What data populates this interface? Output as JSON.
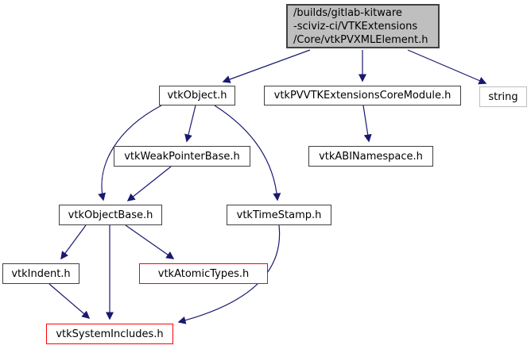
{
  "diagram": {
    "type": "doxygen-include-dependency-graph",
    "colors": {
      "edge": "#191970",
      "root_fill": "#bfbfbf",
      "node_border": "#404040",
      "truncated_node_border": "#ff0000",
      "external_node_border": "#bebebe"
    },
    "root": {
      "line1": "/builds/gitlab-kitware",
      "line2": "-sciviz-ci/VTKExtensions",
      "line3": "/Core/vtkPVXMLElement.h"
    },
    "nodes": {
      "vtkObject": {
        "label": "vtkObject.h"
      },
      "vtkPVVTKExtensionsCoreModule": {
        "label": "vtkPVVTKExtensionsCoreModule.h"
      },
      "string": {
        "label": "string"
      },
      "vtkWeakPointerBase": {
        "label": "vtkWeakPointerBase.h"
      },
      "vtkABINamespace": {
        "label": "vtkABINamespace.h"
      },
      "vtkObjectBase": {
        "label": "vtkObjectBase.h"
      },
      "vtkTimeStamp": {
        "label": "vtkTimeStamp.h"
      },
      "vtkIndent": {
        "label": "vtkIndent.h"
      },
      "vtkAtomicTypes": {
        "label": "vtkAtomicTypes.h"
      },
      "vtkSystemIncludes": {
        "label": "vtkSystemIncludes.h"
      }
    },
    "edges": [
      {
        "from": "/Core/vtkPVXMLElement.h",
        "to": "vtkObject.h"
      },
      {
        "from": "/Core/vtkPVXMLElement.h",
        "to": "vtkPVVTKExtensionsCoreModule.h"
      },
      {
        "from": "/Core/vtkPVXMLElement.h",
        "to": "string"
      },
      {
        "from": "vtkObject.h",
        "to": "vtkWeakPointerBase.h"
      },
      {
        "from": "vtkObject.h",
        "to": "vtkObjectBase.h"
      },
      {
        "from": "vtkObject.h",
        "to": "vtkTimeStamp.h"
      },
      {
        "from": "vtkPVVTKExtensionsCoreModule.h",
        "to": "vtkABINamespace.h"
      },
      {
        "from": "vtkWeakPointerBase.h",
        "to": "vtkObjectBase.h"
      },
      {
        "from": "vtkObjectBase.h",
        "to": "vtkIndent.h"
      },
      {
        "from": "vtkObjectBase.h",
        "to": "vtkSystemIncludes.h"
      },
      {
        "from": "vtkObjectBase.h",
        "to": "vtkAtomicTypes.h"
      },
      {
        "from": "vtkIndent.h",
        "to": "vtkSystemIncludes.h"
      },
      {
        "from": "vtkTimeStamp.h",
        "to": "vtkSystemIncludes.h"
      }
    ]
  }
}
